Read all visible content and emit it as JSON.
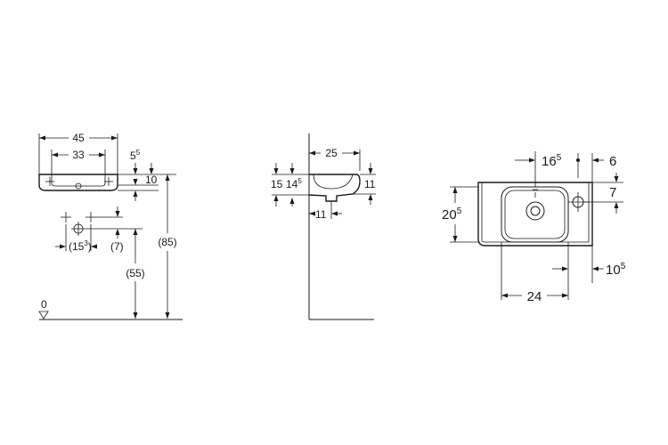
{
  "front_view": {
    "width_overall": "45",
    "bowl_width": "33",
    "rim_offset": "5",
    "rim_offset_sup": "5",
    "rim_depth": "10",
    "tap_spacing": "(15",
    "tap_spacing_sup": "3",
    "tap_spacing_close": ")",
    "waste_offset": "(7)",
    "waste_height": "(55)",
    "rim_height": "(85)",
    "floor_level": "0"
  },
  "side_view": {
    "projection": "25",
    "height_outer": "15",
    "height_inner": "14",
    "height_inner_sup": "5",
    "rim_height_right": "11",
    "waste_offset": "11"
  },
  "top_view": {
    "tap_offset": "16",
    "tap_offset_sup": "5",
    "edge_offset": "6",
    "tap_depth": "7",
    "depth": "20",
    "depth_sup": "5",
    "bowl_width": "24",
    "wall_offset": "10",
    "wall_offset_sup": "5"
  }
}
